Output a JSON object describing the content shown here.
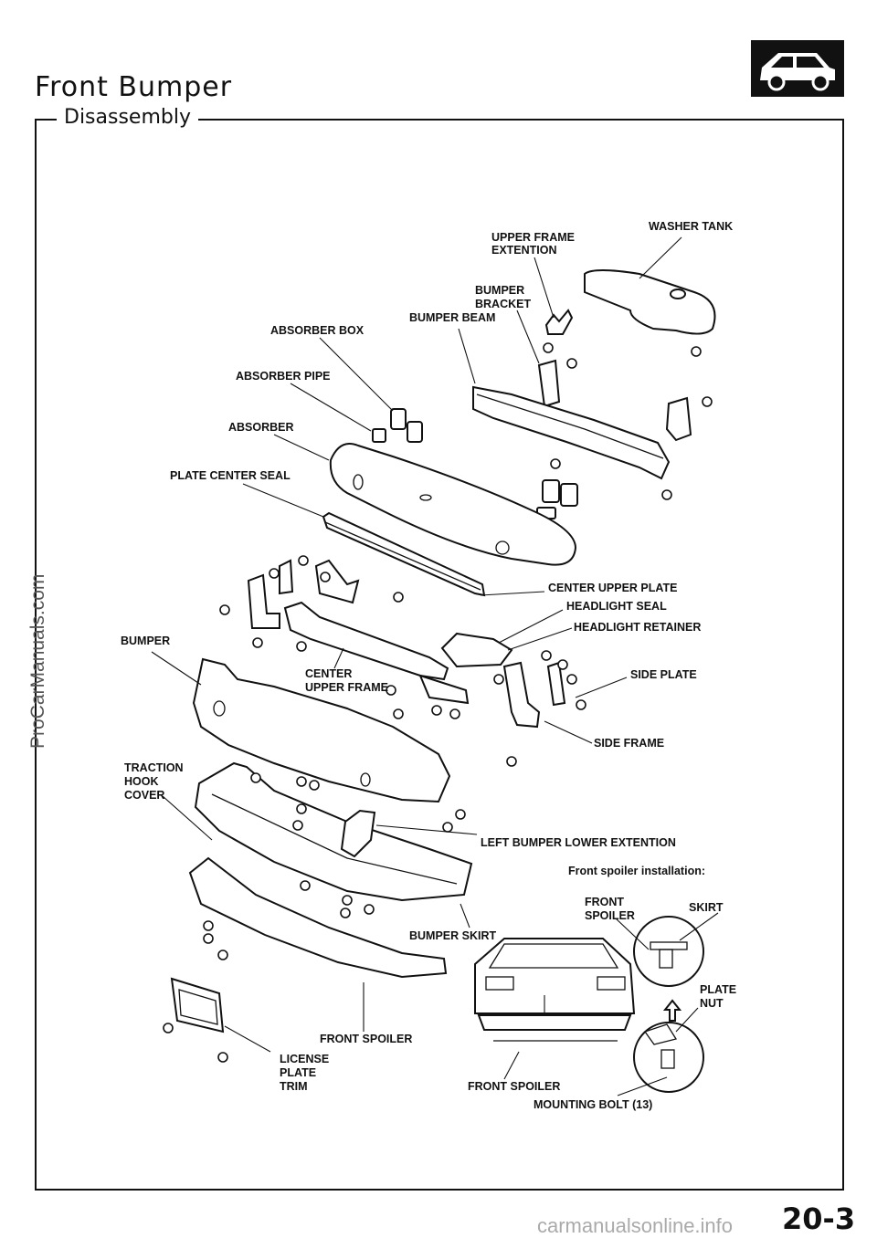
{
  "header": {
    "title": "Front Bumper",
    "subtitle": "Disassembly",
    "icon": "car-silhouette-icon"
  },
  "watermark": "ProCarManuals.com",
  "footer": {
    "page_number": "20-3",
    "site": "carmanualsonline.info"
  },
  "labels": {
    "washer_tank": "WASHER TANK",
    "upper_frame_extention_1": "UPPER FRAME",
    "upper_frame_extention_2": "EXTENTION",
    "bumper_bracket_1": "BUMPER",
    "bumper_bracket_2": "BRACKET",
    "bumper_beam": "BUMPER BEAM",
    "absorber_box": "ABSORBER BOX",
    "absorber_pipe": "ABSORBER PIPE",
    "absorber": "ABSORBER",
    "plate_center_seal": "PLATE CENTER SEAL",
    "center_upper_plate": "CENTER UPPER PLATE",
    "headlight_seal": "HEADLIGHT SEAL",
    "headlight_retainer": "HEADLIGHT RETAINER",
    "bumper": "BUMPER",
    "center_upper_frame_1": "CENTER",
    "center_upper_frame_2": "UPPER FRAME",
    "side_plate": "SIDE PLATE",
    "side_frame": "SIDE FRAME",
    "traction_hook_cover_1": "TRACTION",
    "traction_hook_cover_2": "HOOK",
    "traction_hook_cover_3": "COVER",
    "left_bumper_lower_extention": "LEFT BUMPER LOWER EXTENTION",
    "front_spoiler_installation": "Front spoiler installation:",
    "front_spoiler_detail_1": "FRONT",
    "front_spoiler_detail_2": "SPOILER",
    "skirt": "SKIRT",
    "bumper_skirt": "BUMPER SKIRT",
    "plate_nut_1": "PLATE",
    "plate_nut_2": "NUT",
    "front_spoiler": "FRONT SPOILER",
    "license_plate_trim_1": "LICENSE",
    "license_plate_trim_2": "PLATE",
    "license_plate_trim_3": "TRIM",
    "front_spoiler_lower": "FRONT SPOILER",
    "mounting_bolt": "MOUNTING BOLT (13)"
  }
}
